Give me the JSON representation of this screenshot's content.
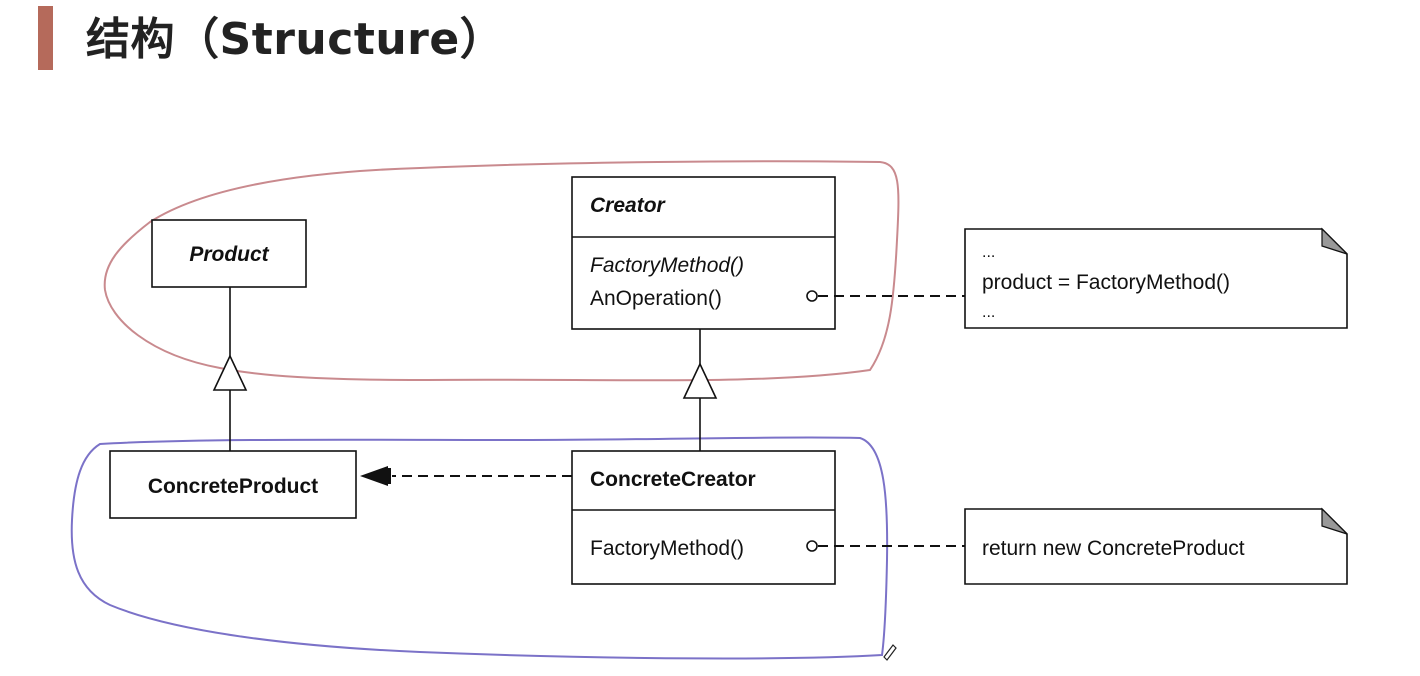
{
  "slide": {
    "title": "结构（Structure）"
  },
  "diagram": {
    "classes": {
      "product": {
        "name": "Product",
        "abstract": true
      },
      "creator": {
        "name": "Creator",
        "abstract": true,
        "operations": [
          {
            "text": "FactoryMethod()",
            "abstract": true
          },
          {
            "text": "AnOperation()",
            "abstract": false
          }
        ]
      },
      "concrete_product": {
        "name": "ConcreteProduct",
        "abstract": false
      },
      "concrete_creator": {
        "name": "ConcreteCreator",
        "abstract": false,
        "operations": [
          {
            "text": "FactoryMethod()",
            "abstract": false
          }
        ]
      }
    },
    "notes": {
      "an_operation_note": {
        "lines": [
          "...",
          "product = FactoryMethod()",
          "..."
        ]
      },
      "factory_method_note": {
        "lines": [
          "return new ConcreteProduct"
        ]
      }
    },
    "relationships": [
      {
        "type": "generalization",
        "from": "ConcreteProduct",
        "to": "Product"
      },
      {
        "type": "generalization",
        "from": "ConcreteCreator",
        "to": "Creator"
      },
      {
        "type": "dependency",
        "from": "ConcreteCreator",
        "to": "ConcreteProduct"
      }
    ],
    "colors": {
      "title_accent": "#b56a5b",
      "upper_group_outline": "#c98a8e",
      "lower_group_outline": "#7b72c8",
      "line": "#111111"
    }
  }
}
